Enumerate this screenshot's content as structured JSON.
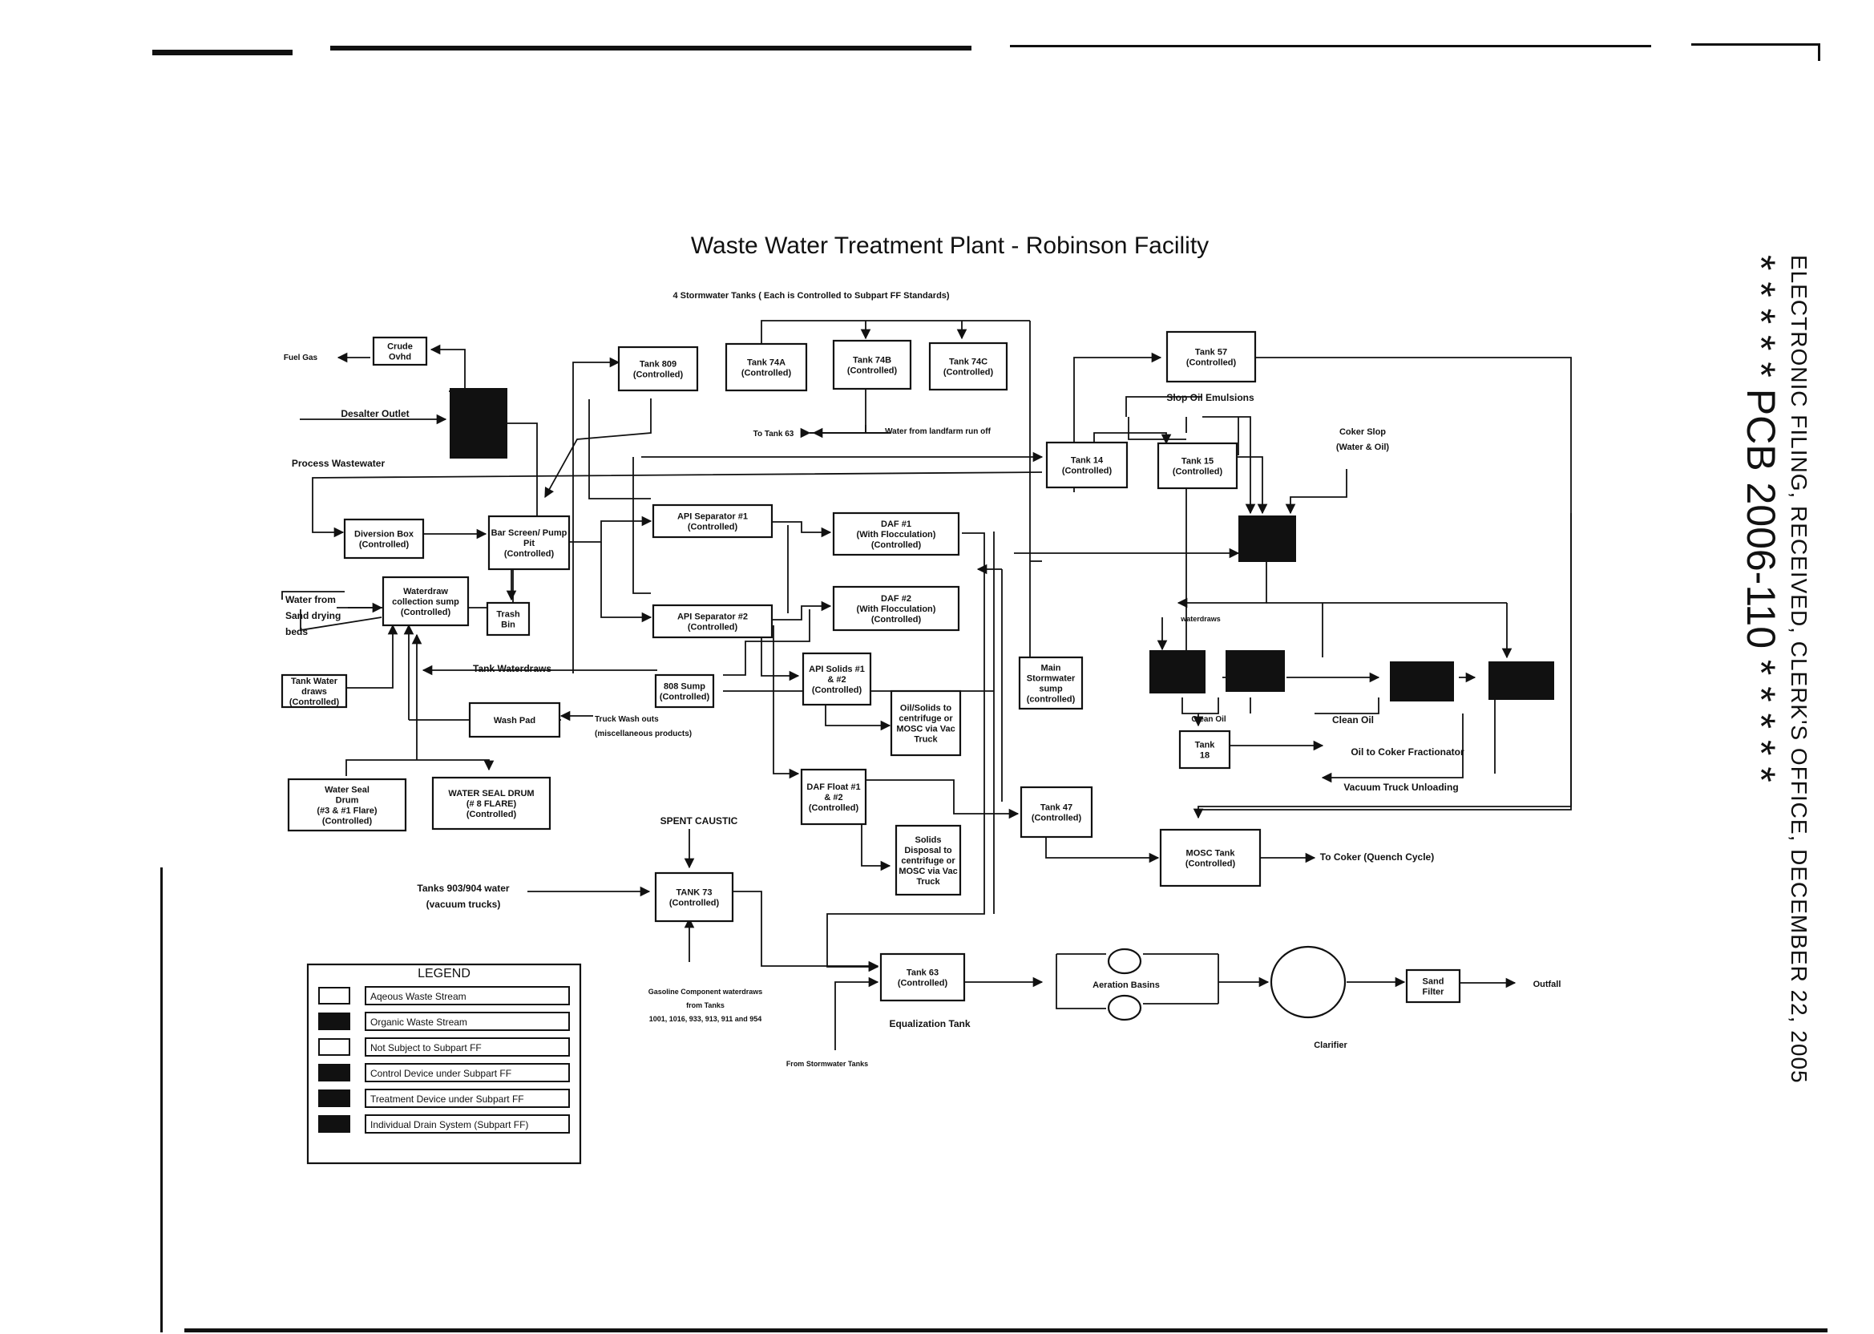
{
  "title": "Waste Water Treatment Plant - Robinson Facility",
  "stamp": {
    "line1": "ELECTRONIC FILING, RECEIVED, CLERK'S OFFICE, DECEMBER 22, 2005",
    "line2": "* * * * * PCB 2006-110 * * * * *"
  },
  "nodes": {
    "crude_ovhd": [
      "Crude",
      "Ovhd"
    ],
    "tank_809": [
      "Tank 809",
      "(Controlled)"
    ],
    "tank_74a": [
      "Tank 74A",
      "(Controlled)"
    ],
    "tank_74b": [
      "Tank 74B",
      "(Controlled)"
    ],
    "tank_74c": [
      "Tank 74C",
      "(Controlled)"
    ],
    "tank_57": [
      "Tank 57",
      "(Controlled)"
    ],
    "tank_14": [
      "Tank 14",
      "(Controlled)"
    ],
    "tank_15": [
      "Tank 15",
      "(Controlled)"
    ],
    "diversion_box": [
      "Diversion Box",
      "(Controlled)"
    ],
    "bar_screen": [
      "Bar Screen/ Pump",
      "Pit",
      "(Controlled)"
    ],
    "api_sep_1": [
      "API Separator #1",
      "(Controlled)"
    ],
    "api_sep_2": [
      "API Separator #2",
      "(Controlled)"
    ],
    "daf_1": [
      "DAF #1",
      "(With Flocculation)",
      "(Controlled)"
    ],
    "daf_2": [
      "DAF #2",
      "(With Flocculation)",
      "(Controlled)"
    ],
    "waterdraw_sump": [
      "Waterdraw",
      "collection sump",
      "(Controlled)"
    ],
    "trash_bin": [
      "Trash",
      "Bin"
    ],
    "tank_water_draws": [
      "Tank Water",
      "draws",
      "(Controlled)"
    ],
    "sump_808": [
      "808 Sump",
      "(Controlled)"
    ],
    "api_solids": [
      "API Solids #1",
      "& #2",
      "(Controlled)"
    ],
    "main_stormwater": [
      "Main",
      "Stormwater",
      "sump",
      "(controlled)"
    ],
    "oil_solids": [
      "Oil/Solids to",
      "centrifuge or",
      "MOSC via Vac",
      "Truck"
    ],
    "wash_pad": [
      "Wash Pad"
    ],
    "water_seal_drum": [
      "Water Seal",
      "Drum",
      "(#3 & #1 Flare)",
      "(Controlled)"
    ],
    "water_seal_drum_2": [
      "WATER SEAL DRUM",
      "(# 8 FLARE)",
      "(Controlled)"
    ],
    "daf_float": [
      "DAF Float #1",
      "& #2",
      "(Controlled)"
    ],
    "tank_47": [
      "Tank 47",
      "(Controlled)"
    ],
    "mosc_tank": [
      "MOSC Tank",
      "(Controlled)"
    ],
    "solids_disposal": [
      "Solids",
      "Disposal to",
      "centrifuge or",
      "MOSC via Vac",
      "Truck"
    ],
    "tank_73": [
      "TANK 73",
      "(Controlled)"
    ],
    "tank_63": [
      "Tank 63",
      "(Controlled)"
    ],
    "tank_18": [
      "Tank",
      "18"
    ],
    "sand_filter": [
      "Sand",
      "Filter"
    ]
  },
  "labels": {
    "stormwater_tanks": "4 Stormwater Tanks ( Each is Controlled to Subpart FF Standards)",
    "fuel_gas": "Fuel Gas",
    "desalter_outlet": "Desalter Outlet",
    "process_wastewater": "Process Wastewater",
    "water_from_sand": [
      "Water from",
      "Sand drying",
      "beds"
    ],
    "tank_waterdraws": "Tank Waterdraws",
    "truck_wash": [
      "Truck Wash outs",
      "(miscellaneous products)"
    ],
    "to_tank_63": "To Tank 63",
    "water_landfarm": "Water from landfarm run off",
    "slop_oil": "Slop Oil Emulsions",
    "coker_slop": [
      "Coker Slop",
      "(Water & Oil)"
    ],
    "waterdraws": "waterdraws",
    "clean_oil_1": "Clean Oil",
    "clean_oil_2": "Clean Oil",
    "oil_to_coker": "Oil to Coker Fractionator",
    "vacuum_truck": "Vacuum Truck Unloading",
    "to_coker": "To Coker (Quench Cycle)",
    "spent_caustic": "SPENT CAUSTIC",
    "tanks_903": [
      "Tanks 903/904 water",
      "(vacuum trucks)"
    ],
    "gasoline": [
      "Gasoline Component waterdraws",
      "from Tanks",
      "1001, 1016, 933, 913, 911 and 954"
    ],
    "from_stormwater": "From Stormwater Tanks",
    "equalization": "Equalization Tank",
    "aeration": "Aeration Basins",
    "clarifier": "Clarifier",
    "outfall": "Outfall"
  },
  "legend": {
    "title": "LEGEND",
    "items": [
      {
        "swatch": "white",
        "label": "Aqeous Waste Stream"
      },
      {
        "swatch": "black",
        "label": "Organic Waste Stream"
      },
      {
        "swatch": "white",
        "label": "Not Subject to Subpart FF"
      },
      {
        "swatch": "black",
        "label": "Control Device under Subpart FF"
      },
      {
        "swatch": "black",
        "label": "Treatment Device under Subpart FF"
      },
      {
        "swatch": "black",
        "label": "Individual Drain System (Subpart FF)"
      }
    ]
  }
}
